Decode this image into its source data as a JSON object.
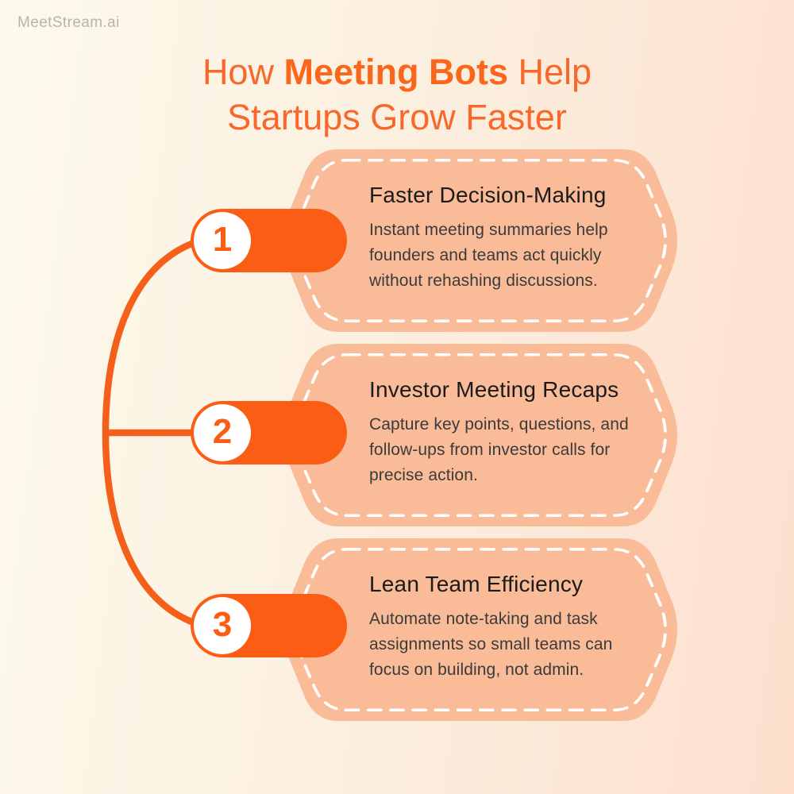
{
  "logo": {
    "text": "MeetStream.ai"
  },
  "title": {
    "line1_pre": "How ",
    "line1_bold": "Meeting Bots",
    "line1_post": " Help",
    "line2": "Startups Grow Faster"
  },
  "colors": {
    "accent_orange": "#FB5D15",
    "title_orange": "#F8682B",
    "card_fill": "#F9BB98",
    "dash_white": "#FFFFFF",
    "heading_dark": "#1B1B1B",
    "body_dark": "#3B3B3B",
    "logo_gray": "#B8B4A9",
    "bg_left": "#FDFAEC",
    "bg_right": "#FEDFCE"
  },
  "cards": [
    {
      "number": "1",
      "heading": "Faster Decision-Making",
      "body": "Instant meeting summaries help founders and teams act quickly without rehashing discussions."
    },
    {
      "number": "2",
      "heading": "Investor Meeting Recaps",
      "body": "Capture key points, questions, and follow-ups from investor calls for precise action."
    },
    {
      "number": "3",
      "heading": "Lean Team Efficiency",
      "body": "Automate note-taking and task assignments so small teams can focus on building, not admin."
    }
  ]
}
